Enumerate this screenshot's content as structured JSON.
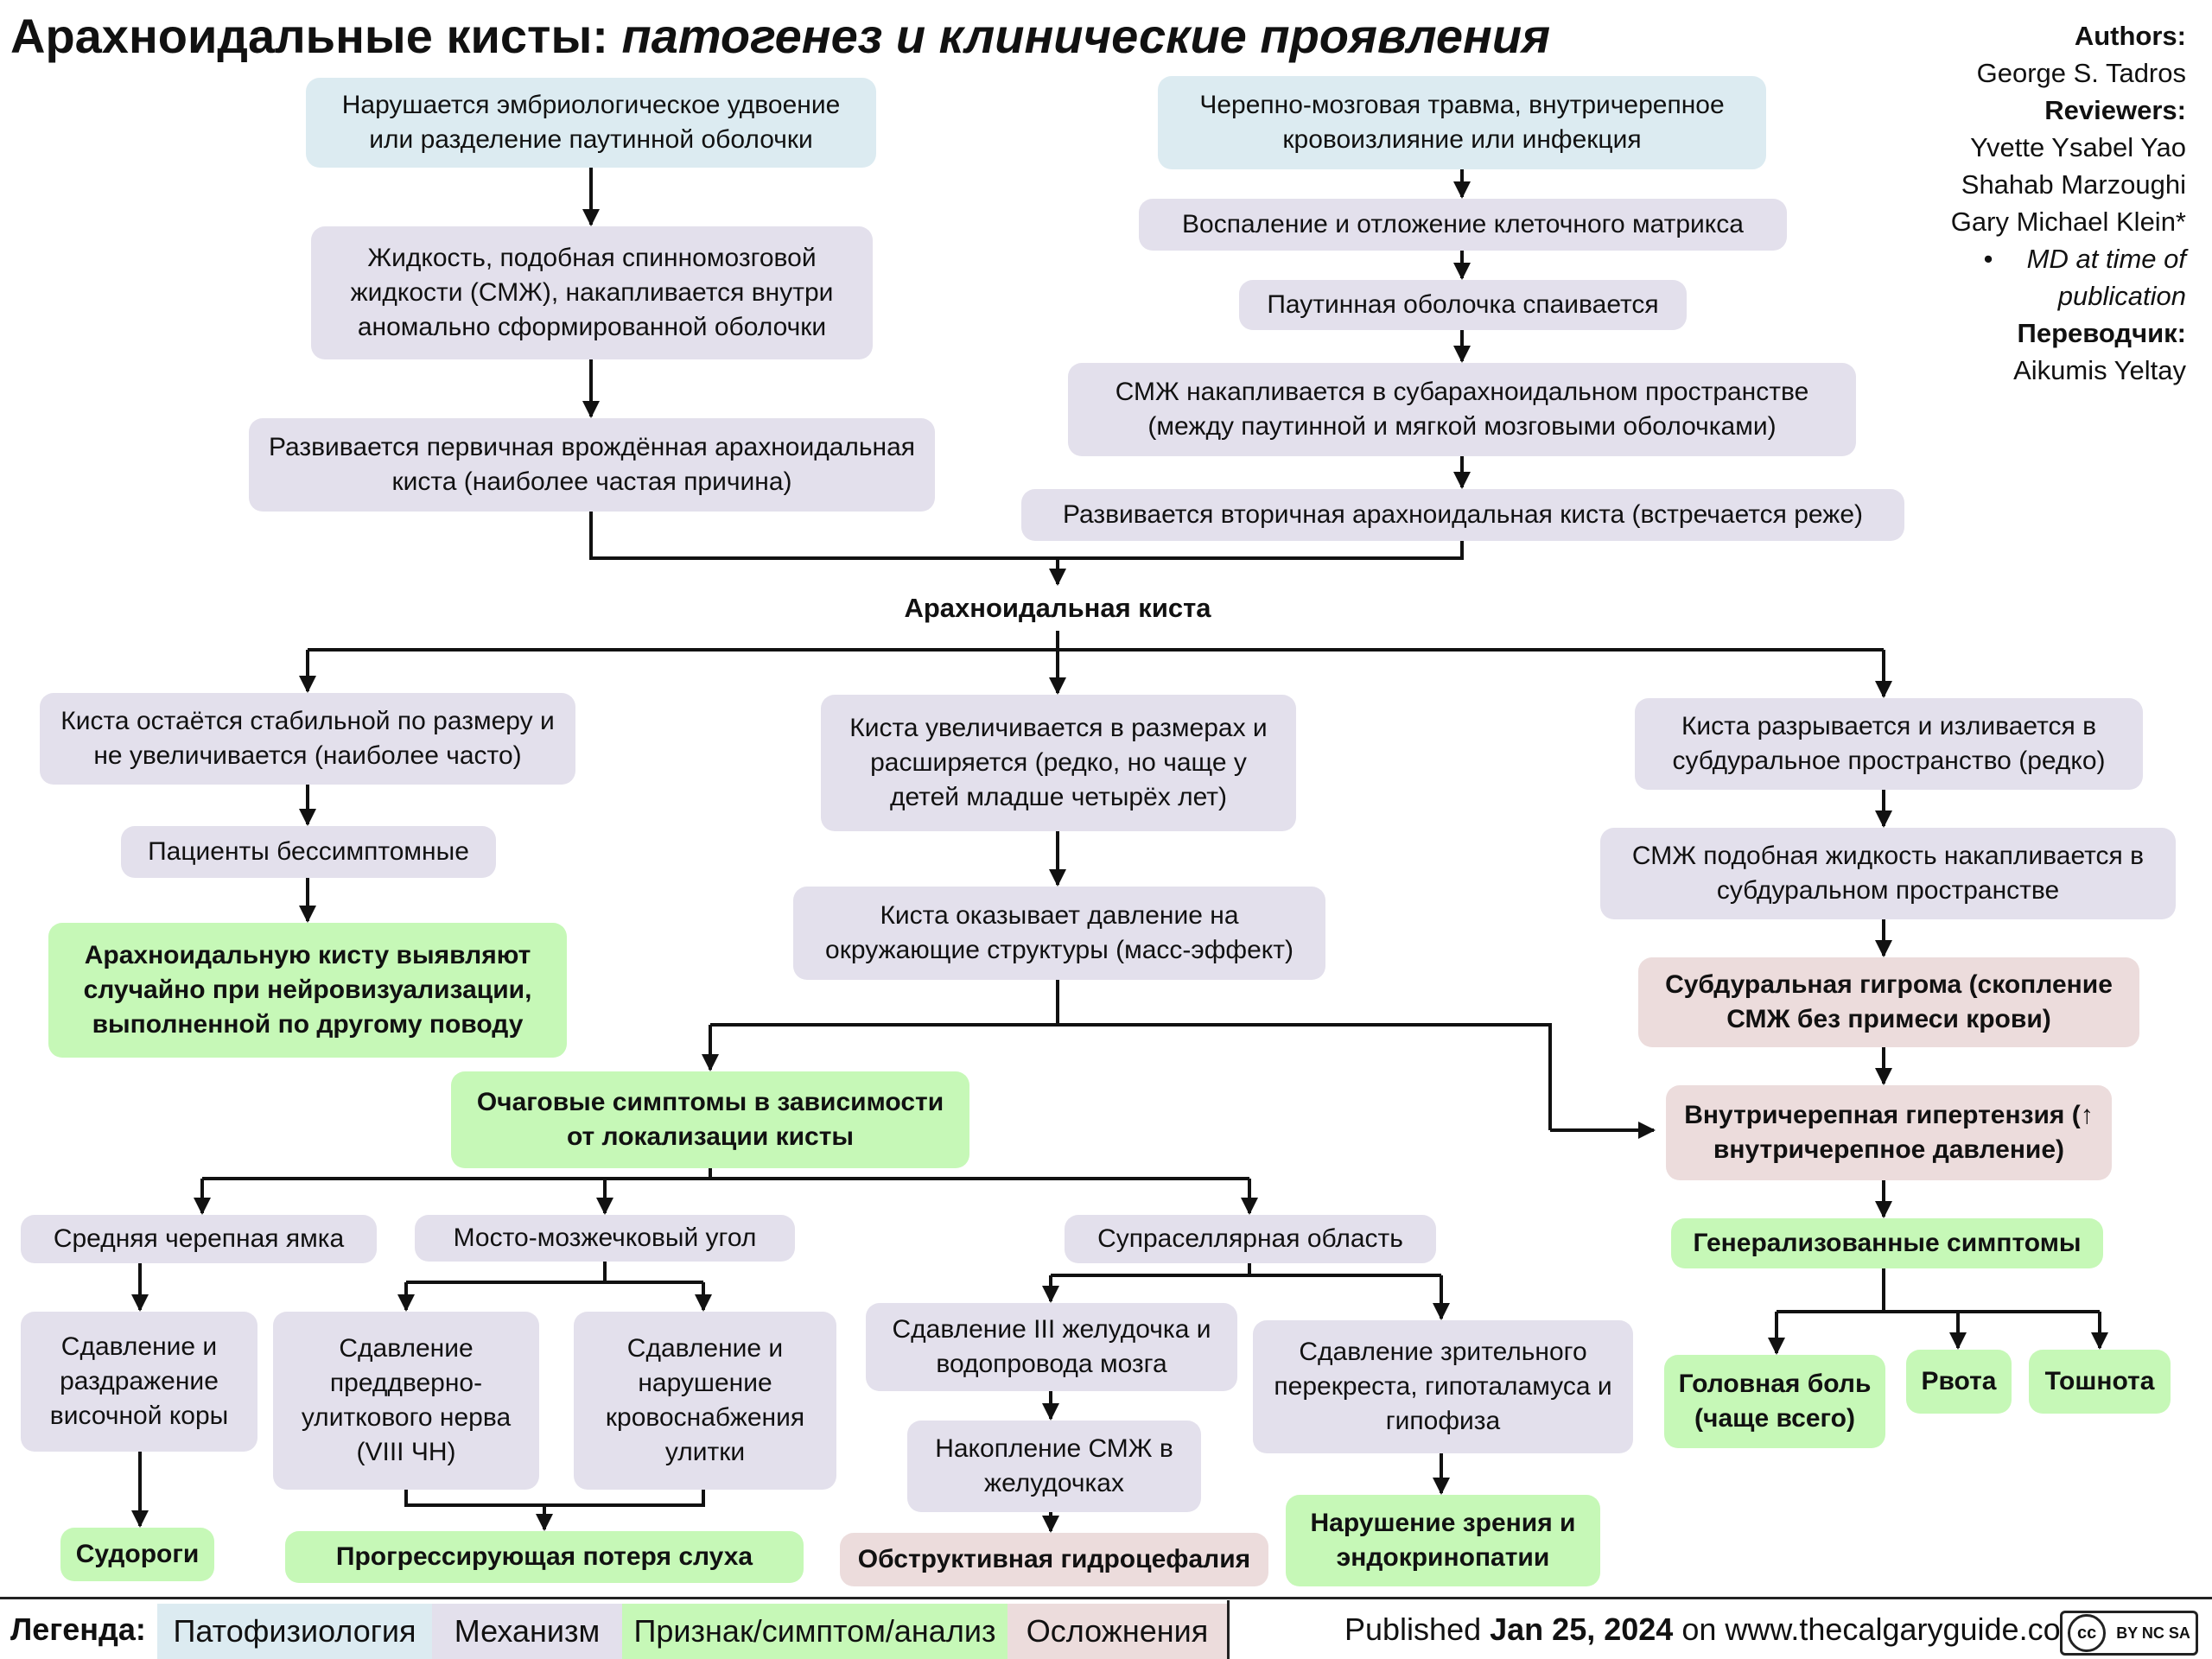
{
  "title": {
    "main": "Арахноидальные кисты:",
    "sub": "патогенез и клинические проявления"
  },
  "credits": {
    "authors_label": "Authors:",
    "authors": "George S. Tadros",
    "reviewers_label": "Reviewers:",
    "reviewers": [
      "Yvette Ysabel Yao",
      "Shahab Marzoughi",
      "Gary Michael Klein*"
    ],
    "bullet": "•",
    "note_line1": "MD at time of",
    "note_line2": "publication",
    "translator_label": "Переводчик:",
    "translator": "Aikumis Yeltay"
  },
  "nodes": {
    "embryo_failure": "Нарушается эмбриологическое удвоение или разделение паутинной оболочки",
    "csf_accumulates_abnormal": "Жидкость, подобная спинномозговой жидкости (СМЖ), накапливается внутри аномально сформированной оболочки",
    "primary_cyst": "Развивается первичная врождённая арахноидальная киста (наиболее частая причина)",
    "tbi": "Черепно-мозговая травма, внутричерепное кровоизлияние или инфекция",
    "inflammation": "Воспаление и отложение клеточного матрикса",
    "arachnoid_adhesion": "Паутинная оболочка спаивается",
    "csf_subarachnoid": "СМЖ накапливается в субарахноидальном пространстве (между паутинной и мягкой мозговыми оболочками)",
    "secondary_cyst": "Развивается вторичная арахноидальная киста (встречается реже)",
    "arachnoid_cyst": "Арахноидальная киста",
    "cyst_stable": "Киста остаётся стабильной по размеру и не увеличивается (наиболее часто)",
    "asymptomatic": "Пациенты бессимптомные",
    "incidental": "Арахноидальную кисту выявляют случайно при нейровизуализации, выполненной по другому поводу",
    "cyst_enlarges": "Киста увеличивается в размерах и расширяется (редко, но чаще у детей младше четырёх лет)",
    "mass_effect": "Киста оказывает давление на окружающие структуры (масс-эффект)",
    "focal_symptoms": "Очаговые симптомы в зависимости от локализации кисты",
    "cyst_ruptures": "Киста разрывается и изливается в субдуральное пространство (редко)",
    "csf_subdural": "СМЖ подобная жидкость накапливается в субдуральном пространстве",
    "hygroma": "Субдуральная гигрома (скопление СМЖ без примеси крови)",
    "icp": "Внутричерепная гипертензия (↑ внутричерепное давление)",
    "generalized": "Генерализованные симптомы",
    "headache": "Головная боль (чаще всего)",
    "vomiting": "Рвота",
    "nausea": "Тошнота",
    "middle_fossa": "Средняя черепная ямка",
    "cpa": "Мосто-мозжечковый угол",
    "suprasellar": "Супраселлярная область",
    "temporal_compression": "Сдавление и раздражение височной коры",
    "seizures": "Судороги",
    "cn8_compression": "Сдавление преддверно-улиткового нерва (VIII ЧН)",
    "cochlea_compression": "Сдавление и нарушение кровоснабжения улитки",
    "hearing_loss": "Прогрессирующая потеря слуха",
    "ventricle_compression": "Сдавление III желудочка и водопровода мозга",
    "csf_ventricles": "Накопление СМЖ в желудочках",
    "hydrocephalus": "Обструктивная гидроцефалия",
    "chiasm_compression": "Сдавление зрительного перекреста, гипоталамуса и гипофиза",
    "vision_endocrine": "Нарушение зрения и эндокринопатии"
  },
  "legend": {
    "label": "Легенда:",
    "items": [
      {
        "label": "Патофизиология",
        "color": "#dcebf1"
      },
      {
        "label": "Механизм",
        "color": "#e3e0ec"
      },
      {
        "label": "Признак/симптом/анализ",
        "color": "#c6f8b7"
      },
      {
        "label": "Осложнения",
        "color": "#ecdcdc"
      }
    ]
  },
  "footer": {
    "published_prefix": "Published",
    "date": "Jan 25, 2024",
    "published_suffix": "on www.thecalgaryguide.com",
    "license": "BY NC SA"
  },
  "colors": {
    "pathophysiology": "#dcebf1",
    "mechanism": "#e3e0ec",
    "sign": "#c6f8b7",
    "complication": "#ecdcdc"
  }
}
